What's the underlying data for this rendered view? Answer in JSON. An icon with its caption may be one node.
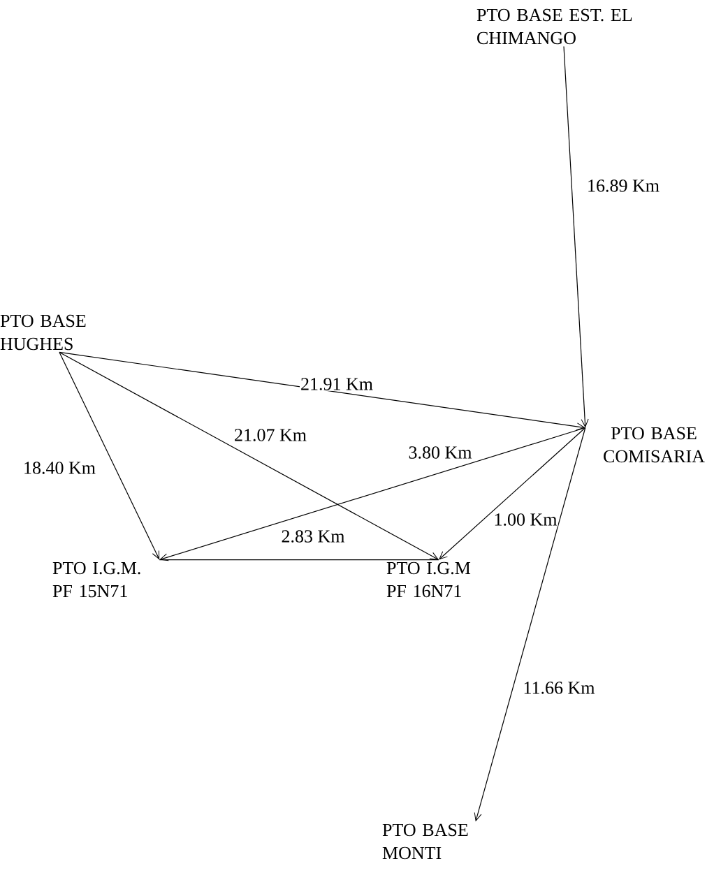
{
  "diagram": {
    "nodes": [
      {
        "text": [
          "PTO BASE EST. EL CHIMANGO"
        ]
      },
      {
        "text": [
          "PTO BASE HUGHES"
        ]
      },
      {
        "text": [
          "PTO BASE COMISARIA"
        ]
      },
      {
        "text": [
          "PTO I.G.M. PF 15N71"
        ]
      },
      {
        "text": [
          "PTO I.G.M PF 16N71"
        ]
      },
      {
        "text": [
          "PTO BASE MONTI"
        ]
      }
    ],
    "edges": [
      {
        "from": 0,
        "to": 2,
        "arrow": "to",
        "label": "16.89 Km"
      },
      {
        "from": 1,
        "to": 2,
        "arrow": "to",
        "label": "21.91 Km"
      },
      {
        "from": 1,
        "to": 4,
        "arrow": "to",
        "label": "21.07 Km"
      },
      {
        "from": 2,
        "to": 3,
        "arrow": "to",
        "label": "3.80 Km"
      },
      {
        "from": 1,
        "to": 3,
        "arrow": "to",
        "label": "18.40 Km"
      },
      {
        "from": 3,
        "to": 4,
        "arrow": "none",
        "label": "2.83 Km"
      },
      {
        "from": 2,
        "to": 4,
        "arrow": "to",
        "label": "1.00 Km"
      },
      {
        "from": 2,
        "to": 5,
        "arrow": "to",
        "label": "11.66 Km"
      }
    ]
  }
}
